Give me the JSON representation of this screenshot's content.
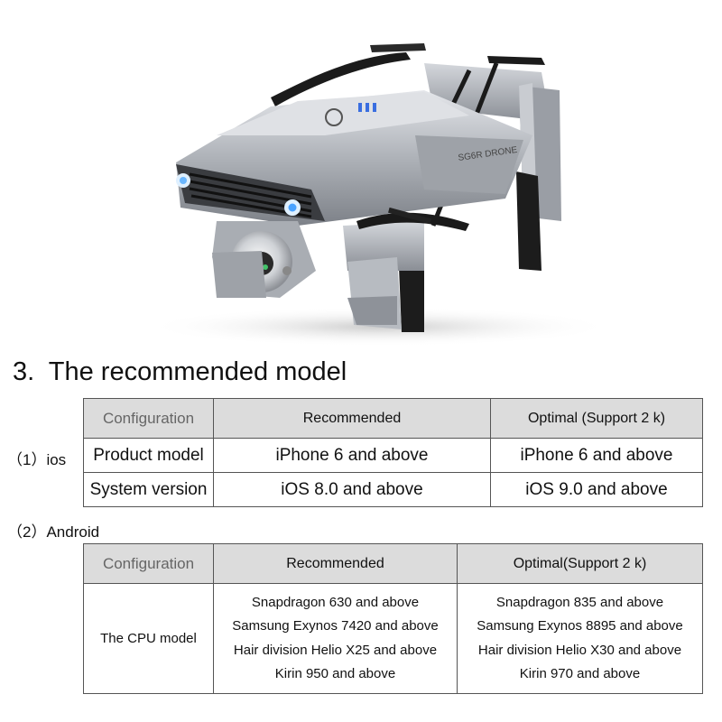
{
  "section": {
    "number": "3.",
    "title": "The recommended model"
  },
  "ios": {
    "label": "（1）ios",
    "header": {
      "configuration": "Configuration",
      "recommended": "Recommended",
      "optimal": "Optimal (Support 2 k)"
    },
    "rows": [
      {
        "label": "Product model",
        "recommended": "iPhone 6 and above",
        "optimal": "iPhone 6 and above"
      },
      {
        "label": "System version",
        "recommended": "iOS 8.0 and above",
        "optimal": "iOS 9.0 and above"
      }
    ]
  },
  "android": {
    "label": "（2）Android",
    "header": {
      "configuration": "Configuration",
      "recommended": "Recommended",
      "optimal": "Optimal(Support 2 k)"
    },
    "cpu_label": "The CPU model",
    "recommended": [
      "Snapdragon 630 and above",
      "Samsung Exynos 7420 and above",
      "Hair division Helio X25 and above",
      "Kirin 950 and above"
    ],
    "optimal": [
      "Snapdragon 835 and above",
      "Samsung Exynos 8895 and above",
      "Hair division Helio X30 and above",
      "Kirin 970 and above"
    ]
  },
  "product": {
    "body_marking": "SG6R DRONE"
  }
}
